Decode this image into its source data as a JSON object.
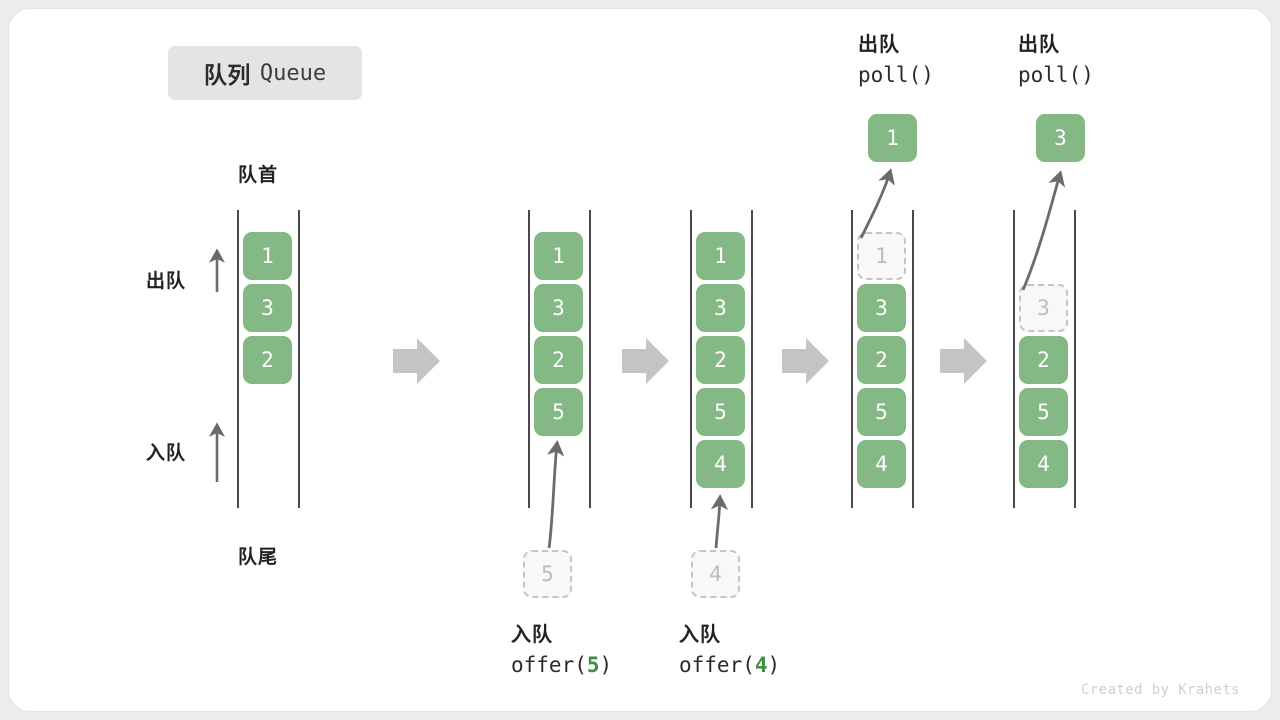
{
  "title": {
    "cn": "队列",
    "en": "Queue"
  },
  "labels": {
    "head": "队首",
    "tail": "队尾",
    "dequeue_side": "出队",
    "enqueue_side": "入队"
  },
  "colors": {
    "element_fill": "#84b884",
    "element_text": "#ffffff",
    "ghost_border": "#c5c5c5",
    "ghost_text": "#bcbcbc",
    "rail": "#4a4a4a",
    "step_arrow": "#c4c4c4",
    "accent_number": "#3f8f3f",
    "badge_bg": "#e4e4e4",
    "card_bg": "#ffffff",
    "page_bg": "#ededed"
  },
  "columns": [
    {
      "name": "initial-queue",
      "slots": [
        {
          "value": "1",
          "state": "filled"
        },
        {
          "value": "3",
          "state": "filled"
        },
        {
          "value": "2",
          "state": "filled"
        }
      ]
    },
    {
      "name": "after-offer-5",
      "slots": [
        {
          "value": "1",
          "state": "filled"
        },
        {
          "value": "3",
          "state": "filled"
        },
        {
          "value": "2",
          "state": "filled"
        },
        {
          "value": "5",
          "state": "filled"
        }
      ]
    },
    {
      "name": "after-offer-4",
      "slots": [
        {
          "value": "1",
          "state": "filled"
        },
        {
          "value": "3",
          "state": "filled"
        },
        {
          "value": "2",
          "state": "filled"
        },
        {
          "value": "5",
          "state": "filled"
        },
        {
          "value": "4",
          "state": "filled"
        }
      ]
    },
    {
      "name": "poll-1",
      "slots": [
        {
          "value": "1",
          "state": "ghost"
        },
        {
          "value": "3",
          "state": "filled"
        },
        {
          "value": "2",
          "state": "filled"
        },
        {
          "value": "5",
          "state": "filled"
        },
        {
          "value": "4",
          "state": "filled"
        }
      ]
    },
    {
      "name": "poll-3",
      "slots": [
        {
          "value": "",
          "state": "empty"
        },
        {
          "value": "3",
          "state": "ghost"
        },
        {
          "value": "2",
          "state": "filled"
        },
        {
          "value": "5",
          "state": "filled"
        },
        {
          "value": "4",
          "state": "filled"
        }
      ]
    }
  ],
  "incoming": [
    {
      "column": 1,
      "value": "5",
      "caption_cn": "入队",
      "caption_fn": "offer(",
      "caption_num": "5",
      "caption_close": ")"
    },
    {
      "column": 2,
      "value": "4",
      "caption_cn": "入队",
      "caption_fn": "offer(",
      "caption_num": "4",
      "caption_close": ")"
    }
  ],
  "outgoing": [
    {
      "column": 3,
      "value": "1",
      "caption_cn": "出队",
      "caption_fn": "poll()"
    },
    {
      "column": 4,
      "value": "3",
      "caption_cn": "出队",
      "caption_fn": "poll()"
    }
  ],
  "watermark": "Created by Krahets"
}
